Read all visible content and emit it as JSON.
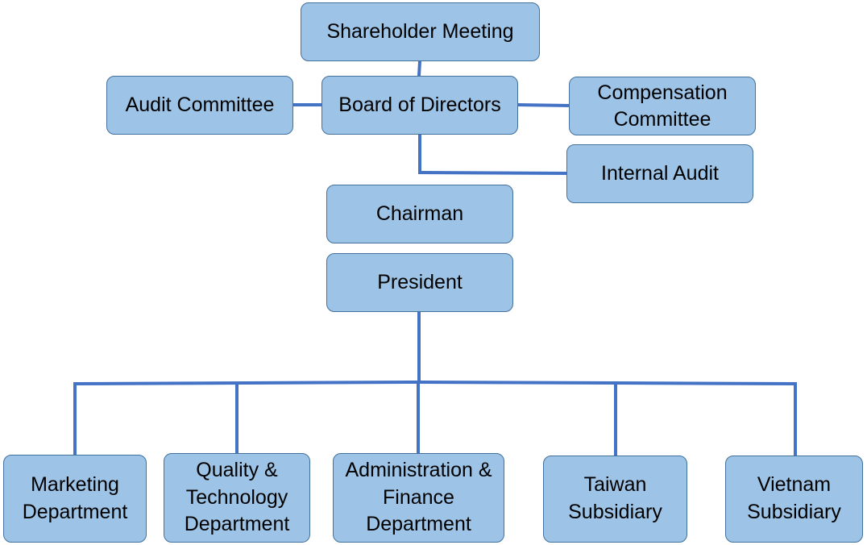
{
  "org_chart": {
    "shareholder_meeting": "Shareholder Meeting",
    "audit_committee": "Audit Committee",
    "board_of_directors": "Board of Directors",
    "compensation_committee": "Compensation Committee",
    "internal_audit": "Internal Audit",
    "chairman": "Chairman",
    "president": "President",
    "departments": [
      "Marketing Department",
      "Quality & Technology Department",
      "Administration & Finance Department",
      "Taiwan Subsidiary",
      "Vietnam Subsidiary"
    ]
  },
  "colors": {
    "box_fill": "#9DC3E6",
    "box_border": "#41719C",
    "connector": "#4472C4"
  }
}
